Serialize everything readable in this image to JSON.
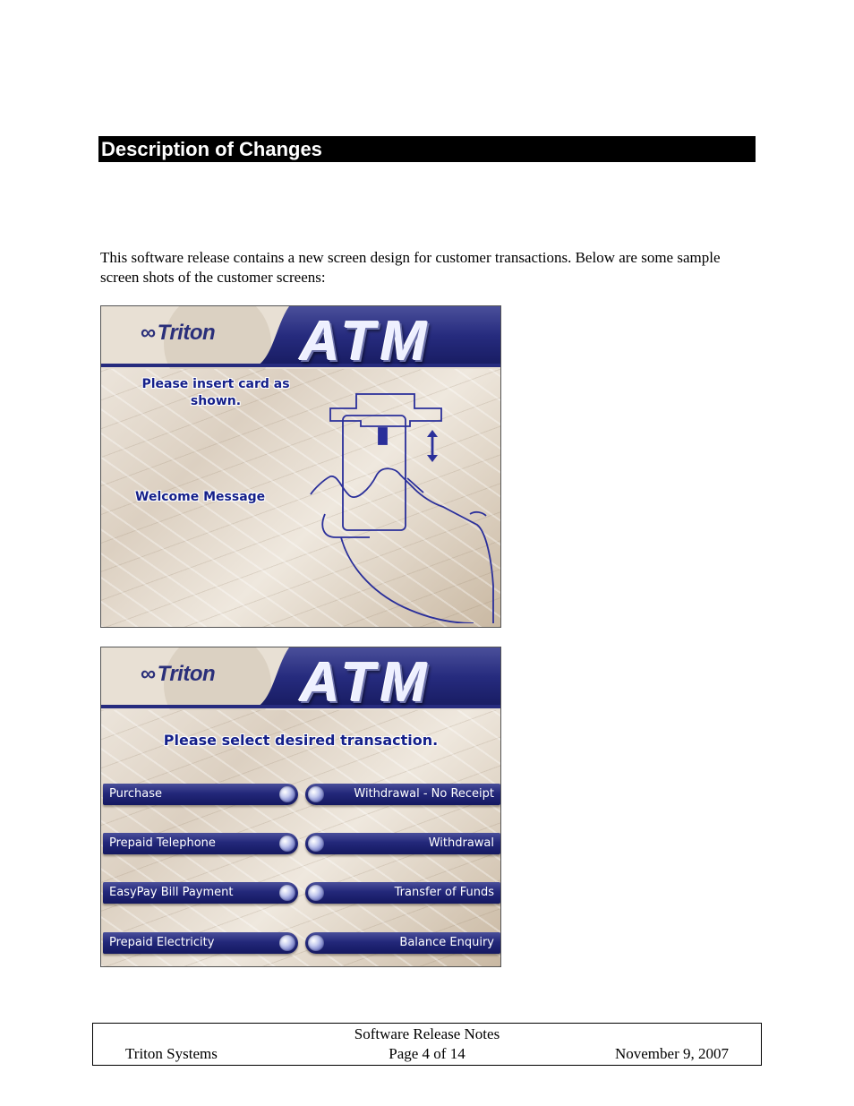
{
  "section": {
    "heading": "Description of Changes"
  },
  "intro": "This software release contains a new screen design for customer transactions.  Below are some sample screen shots of the customer screens:",
  "atm_screen_1": {
    "logo_text": "Triton",
    "atm_text": "ATM",
    "insert_message": "Please insert card as shown.",
    "welcome_message": "Welcome Message"
  },
  "atm_screen_2": {
    "logo_text": "Triton",
    "atm_text": "ATM",
    "prompt": "Please select desired transaction.",
    "left_buttons": [
      "Purchase",
      "Prepaid Telephone",
      "EasyPay Bill Payment",
      "Prepaid Electricity"
    ],
    "right_buttons": [
      "Withdrawal - No Receipt",
      "Withdrawal",
      "Transfer of Funds",
      "Balance Enquiry"
    ]
  },
  "footer": {
    "title": "Software Release Notes",
    "company": "Triton Systems",
    "page": "Page 4 of 14",
    "date": "November 9, 2007"
  },
  "colors": {
    "atm_navy": "#23287a",
    "atm_text_blue": "#15208a",
    "section_bar": "#000000"
  }
}
